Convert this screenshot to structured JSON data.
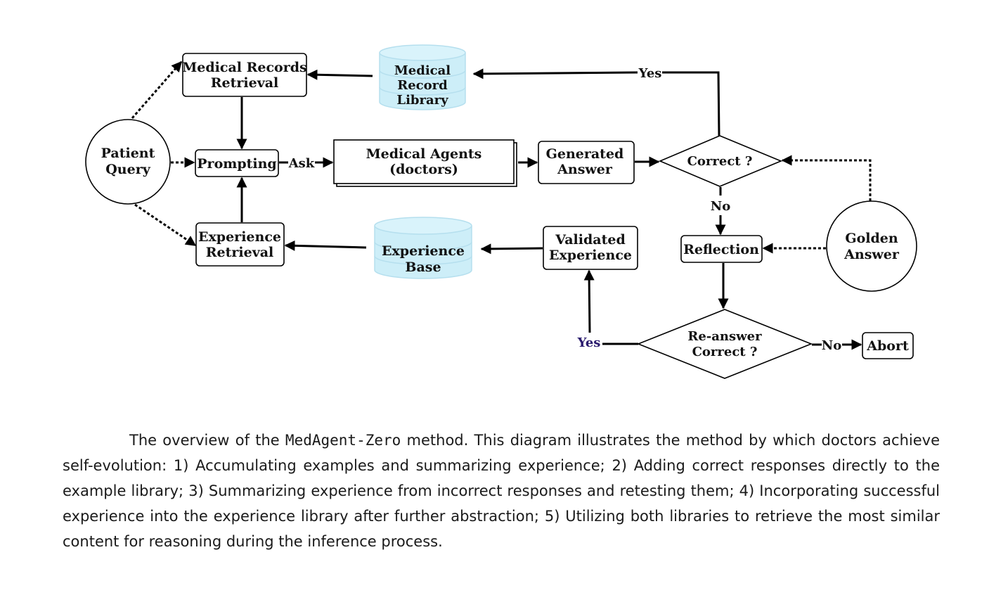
{
  "nodes": {
    "medical_records_retrieval": [
      "Medical Records",
      "Retrieval"
    ],
    "medical_record_library": [
      "Medical",
      "Record",
      "Library"
    ],
    "patient_query": [
      "Patient",
      "Query"
    ],
    "prompting": "Prompting",
    "medical_agents": [
      "Medical Agents",
      "(doctors)"
    ],
    "generated_answer": [
      "Generated",
      "Answer"
    ],
    "correct": "Correct ?",
    "experience_retrieval": [
      "Experience",
      "Retrieval"
    ],
    "experience_base": [
      "Experience",
      "Base"
    ],
    "validated_experience": [
      "Validated",
      "Experience"
    ],
    "reflection": "Reflection",
    "golden_answer": [
      "Golden",
      "Answer"
    ],
    "reanswer_correct": [
      "Re-answer",
      "Correct ?"
    ],
    "abort": "Abort"
  },
  "edge_labels": {
    "ask": "Ask",
    "yes_top": "Yes",
    "no_mid": "No",
    "yes_bottom": "Yes",
    "no_bottom": "No"
  },
  "colors": {
    "database_fill": "#cdeef8",
    "database_stroke": "#b5dfee",
    "yes_bottom_label": "#2a1a6e"
  },
  "caption": {
    "before": "The overview of the ",
    "method": "MedAgent-Zero",
    "after": " method. This diagram illustrates the method by which doctors achieve self-evolution: 1) Accumulating examples and summarizing experience; 2) Adding correct responses directly to the example library; 3) Summarizing experience from incorrect responses and retesting them; 4) Incorporating successful experience into the experience library after further abstraction; 5) Utilizing both libraries to retrieve the most similar content for reasoning during the inference process."
  }
}
